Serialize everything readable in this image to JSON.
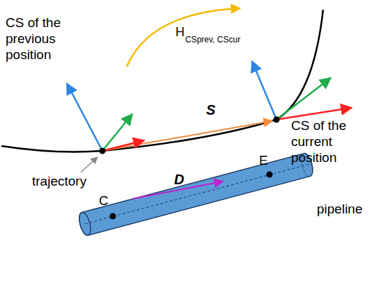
{
  "diagram": {
    "labels": [
      "CS of the previous position",
      "H",
      "CSprev, CScur",
      "S",
      "CS of the current position",
      "trajectory",
      "D",
      "C",
      "E",
      "pipeline"
    ]
  }
}
